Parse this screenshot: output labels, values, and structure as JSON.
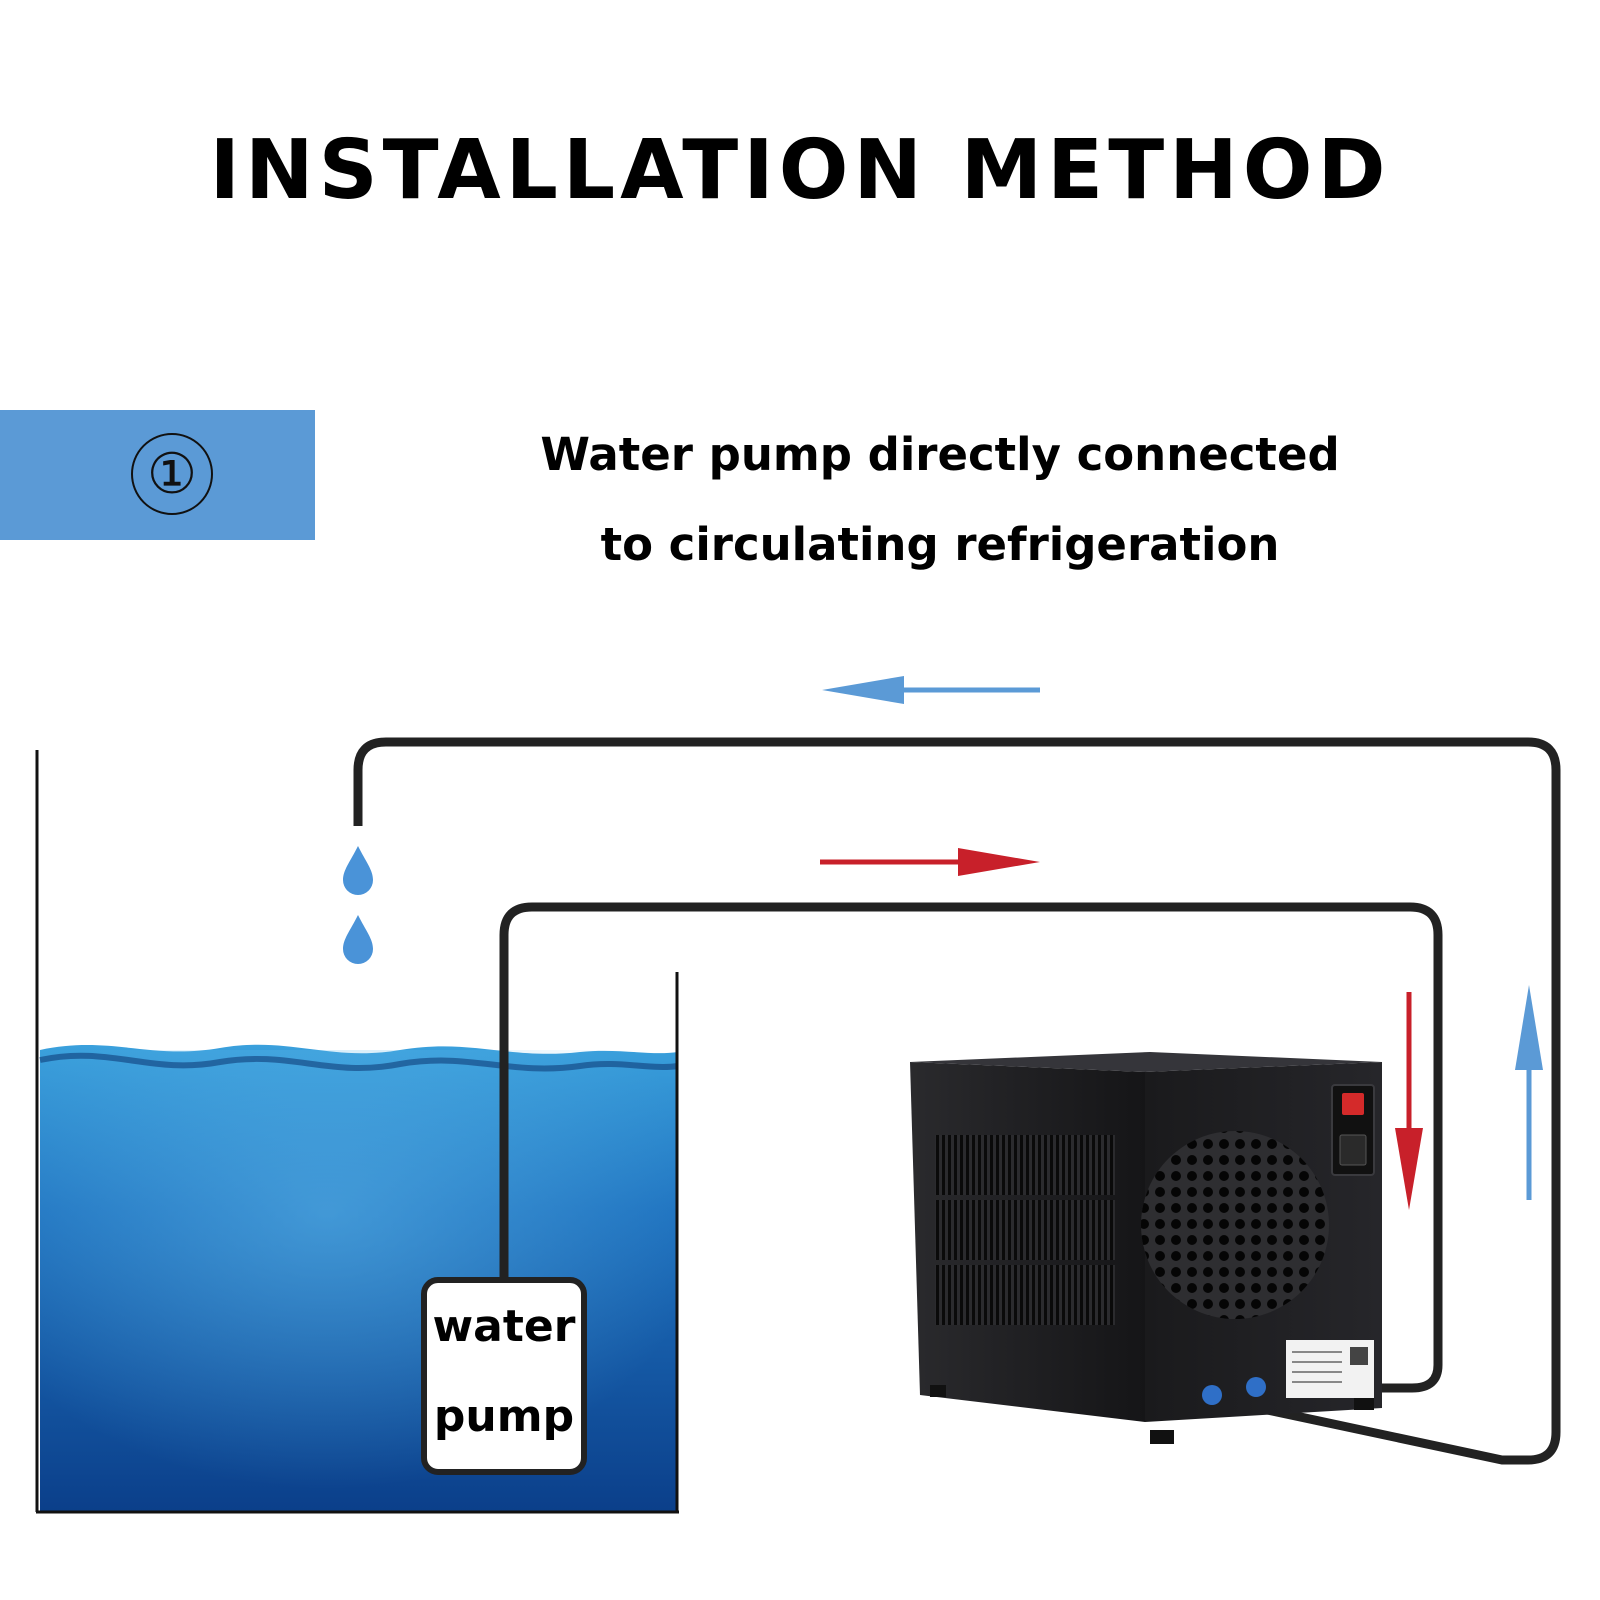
{
  "title": "INSTALLATION METHOD",
  "step": {
    "number": "①"
  },
  "subtitle": {
    "line1": "Water pump directly connected",
    "line2": "to circulating refrigeration"
  },
  "pump": {
    "line1": "water",
    "line2": "pump"
  },
  "colors": {
    "badge": "#5b9ad6",
    "water_top": "#2f8fd0",
    "water_bottom": "#0b3f8a",
    "flow_return_arrow": "#5b9ad6",
    "flow_supply_arrow": "#c8202a",
    "pipe": "#222222",
    "chiller": "#1c1c1e"
  }
}
